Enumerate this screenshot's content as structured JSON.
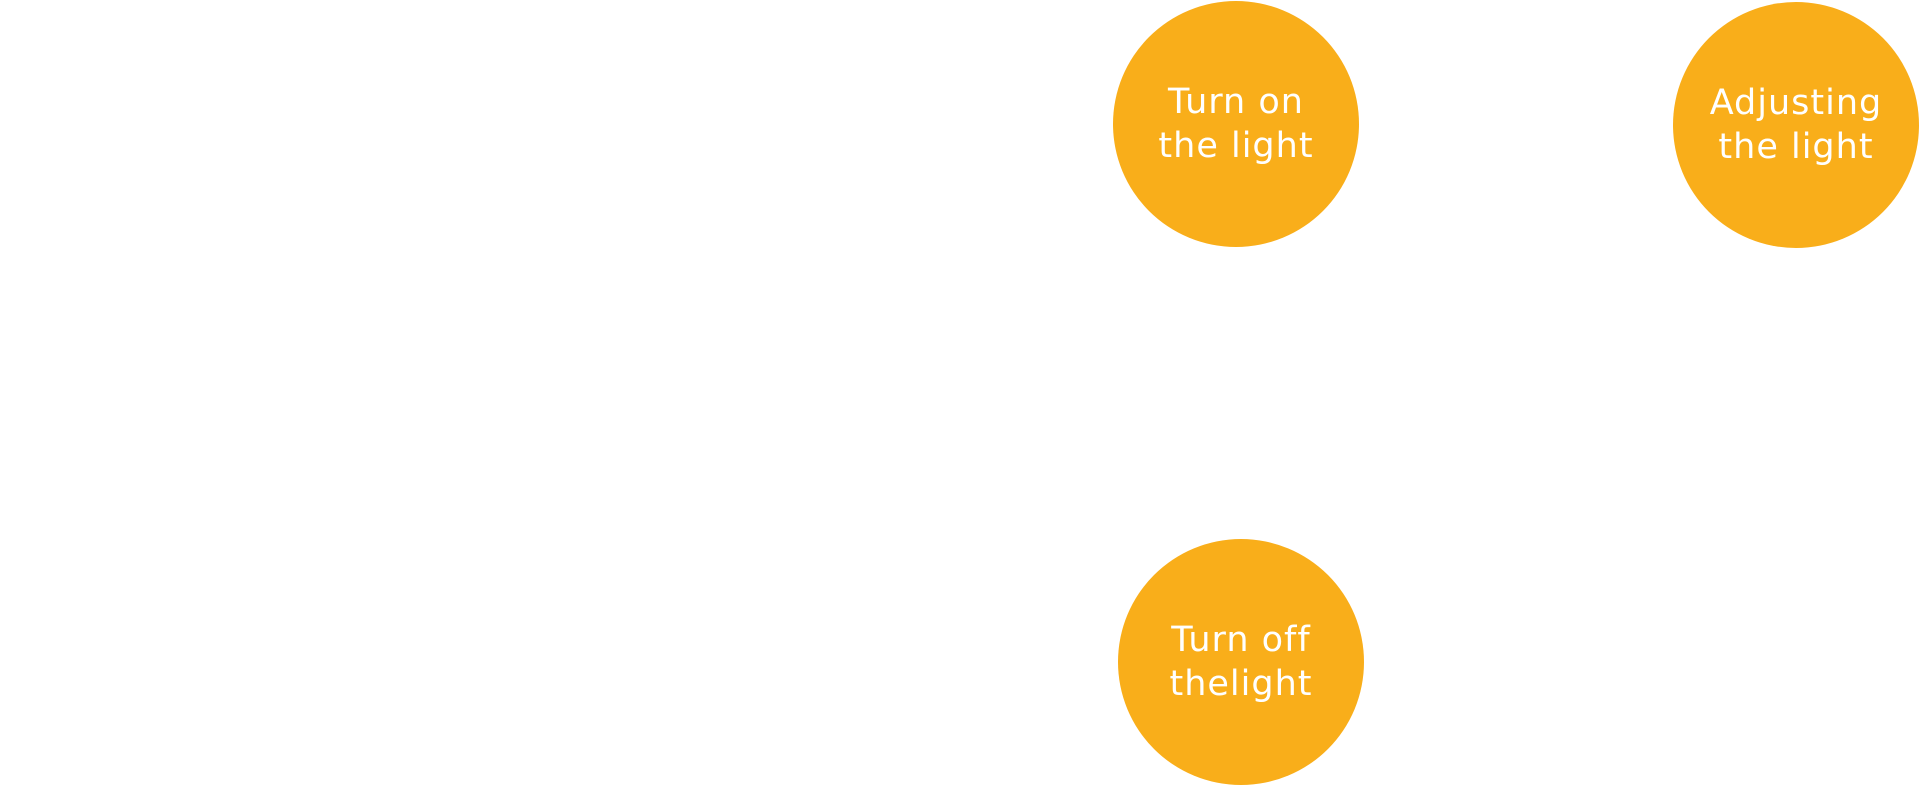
{
  "colors": {
    "background": "#ffffff",
    "node_fill": "#F9AE1A",
    "node_text": "#ffffff"
  },
  "nodes": [
    {
      "id": "turn-on",
      "label": "Turn on\nthe light"
    },
    {
      "id": "adjust",
      "label": "Adjusting\nthe light"
    },
    {
      "id": "turn-off",
      "label": "Turn off\nthelight"
    }
  ]
}
